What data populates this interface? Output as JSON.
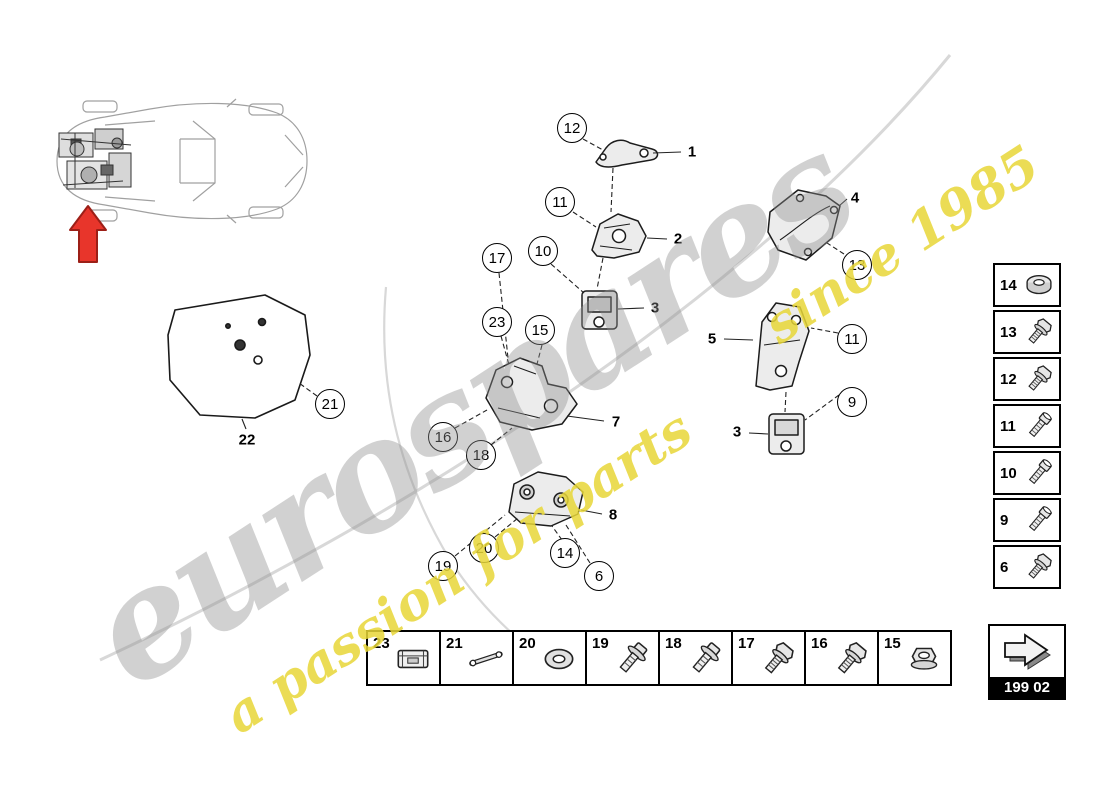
{
  "watermark": {
    "brand": "eurospares",
    "tagline_line1": "a passion for parts",
    "tagline_line2": "since 1985"
  },
  "diagram": {
    "circled_callouts": [
      {
        "n": "12"
      },
      {
        "n": "11"
      },
      {
        "n": "10"
      },
      {
        "n": "17"
      },
      {
        "n": "23"
      },
      {
        "n": "15"
      },
      {
        "n": "16"
      },
      {
        "n": "18"
      },
      {
        "n": "13"
      },
      {
        "n": "11"
      },
      {
        "n": "9"
      },
      {
        "n": "21"
      },
      {
        "n": "19"
      },
      {
        "n": "20"
      },
      {
        "n": "14"
      },
      {
        "n": "6"
      }
    ],
    "plain_labels": [
      {
        "n": "1"
      },
      {
        "n": "2"
      },
      {
        "n": "3"
      },
      {
        "n": "4"
      },
      {
        "n": "5"
      },
      {
        "n": "3"
      },
      {
        "n": "7"
      },
      {
        "n": "8"
      },
      {
        "n": "22"
      }
    ],
    "side_panel": [
      {
        "n": "14",
        "icon": "washer-icon"
      },
      {
        "n": "13",
        "icon": "hex-flange-bolt-icon"
      },
      {
        "n": "12",
        "icon": "hex-flange-bolt-icon"
      },
      {
        "n": "11",
        "icon": "socket-head-screw-icon"
      },
      {
        "n": "10",
        "icon": "socket-head-screw-icon"
      },
      {
        "n": "9",
        "icon": "socket-head-screw-icon"
      },
      {
        "n": "6",
        "icon": "hex-flange-bolt-icon"
      }
    ],
    "bottom_row": [
      {
        "n": "23",
        "icon": "retainer-clip-icon"
      },
      {
        "n": "21",
        "icon": "tie-rod-icon"
      },
      {
        "n": "20",
        "icon": "flat-washer-icon"
      },
      {
        "n": "19",
        "icon": "screw-with-washer-icon"
      },
      {
        "n": "18",
        "icon": "screw-with-washer-icon"
      },
      {
        "n": "17",
        "icon": "hex-flange-bolt-icon"
      },
      {
        "n": "16",
        "icon": "hex-flange-bolt-icon"
      },
      {
        "n": "15",
        "icon": "flange-nut-icon"
      }
    ],
    "code_box": {
      "code": "199 02",
      "icon": "nav-arrow-icon"
    }
  }
}
